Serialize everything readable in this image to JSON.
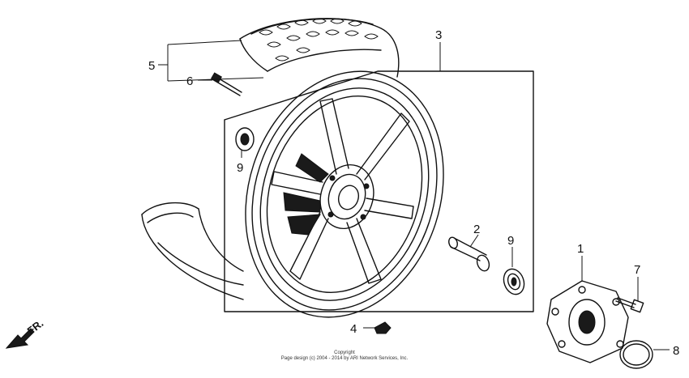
{
  "callouts": [
    {
      "id": "1",
      "text": "1"
    },
    {
      "id": "2",
      "text": "2"
    },
    {
      "id": "3",
      "text": "3"
    },
    {
      "id": "4",
      "text": "4"
    },
    {
      "id": "5",
      "text": "5"
    },
    {
      "id": "6",
      "text": "6"
    },
    {
      "id": "7",
      "text": "7"
    },
    {
      "id": "8",
      "text": "8"
    },
    {
      "id": "9a",
      "text": "9"
    },
    {
      "id": "9b",
      "text": "9"
    }
  ],
  "direction_marker": {
    "text": "FR."
  },
  "copyright": {
    "line1": "Copyright",
    "line2": "Page design (c) 2004 - 2014 by ARI Network Services, Inc."
  }
}
